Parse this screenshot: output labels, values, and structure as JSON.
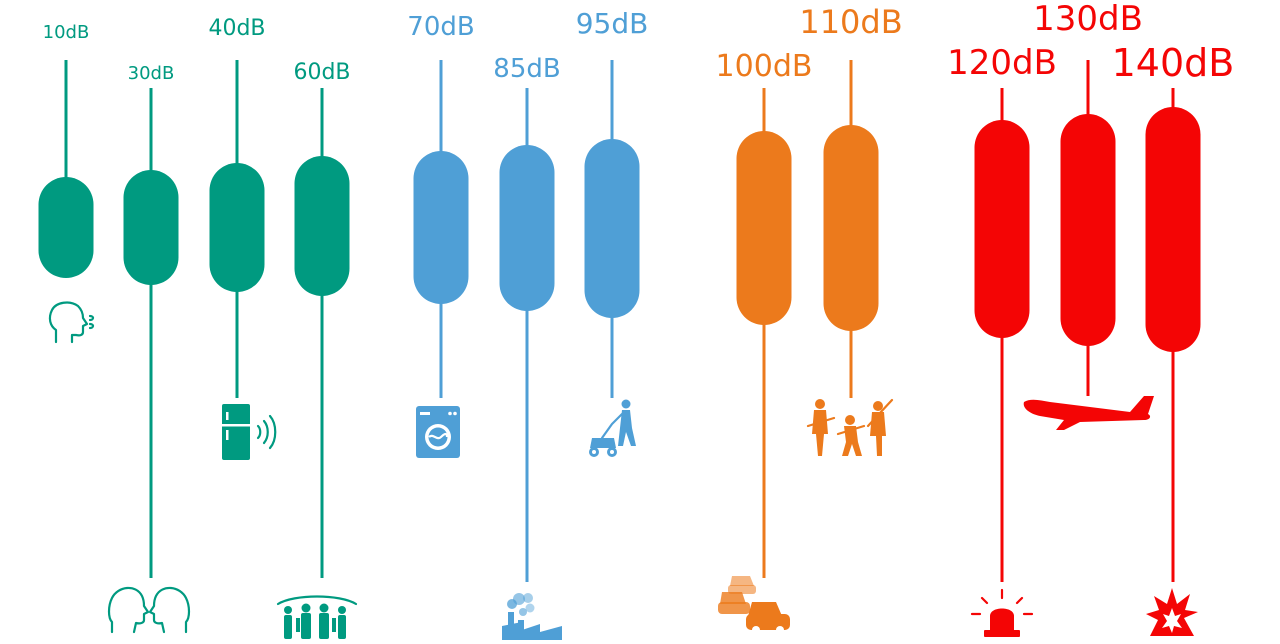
{
  "colors": {
    "quiet": "#009a80",
    "moderate": "#4f9fd6",
    "loud": "#ec7a1c",
    "painful": "#f40505"
  },
  "levels": [
    {
      "label": "10dB",
      "group": "quiet",
      "icon": "whisper-icon"
    },
    {
      "label": "30dB",
      "group": "quiet",
      "icon": "conversation-icon"
    },
    {
      "label": "40dB",
      "group": "quiet",
      "icon": "refrigerator-icon"
    },
    {
      "label": "60dB",
      "group": "quiet",
      "icon": "office-crowd-icon"
    },
    {
      "label": "70dB",
      "group": "moderate",
      "icon": "washing-machine-icon"
    },
    {
      "label": "85dB",
      "group": "moderate",
      "icon": "factory-icon"
    },
    {
      "label": "95dB",
      "group": "moderate",
      "icon": "lawn-mower-icon"
    },
    {
      "label": "100dB",
      "group": "loud",
      "icon": "traffic-cars-icon"
    },
    {
      "label": "110dB",
      "group": "loud",
      "icon": "rock-band-icon"
    },
    {
      "label": "120dB",
      "group": "painful",
      "icon": "siren-icon"
    },
    {
      "label": "130dB",
      "group": "painful",
      "icon": "airplane-icon"
    },
    {
      "label": "140dB",
      "group": "painful",
      "icon": "explosion-icon"
    }
  ]
}
